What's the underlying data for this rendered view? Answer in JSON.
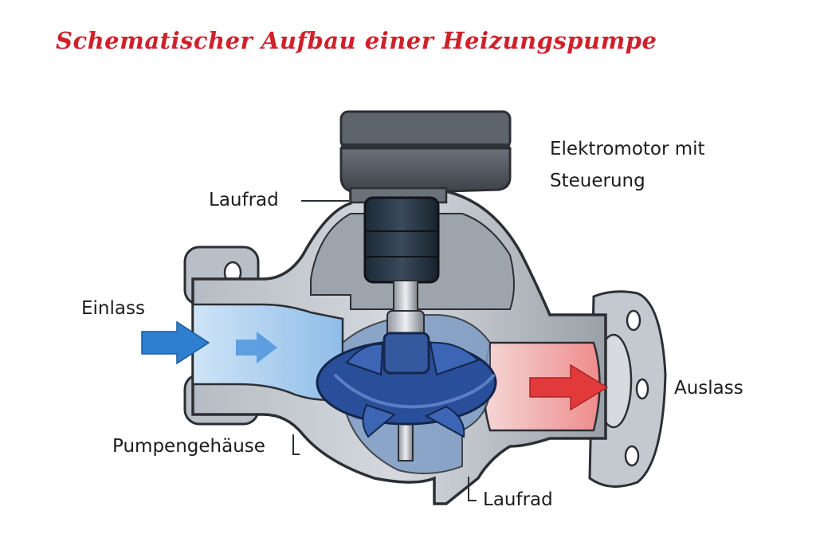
{
  "title": "Schematischer Aufbau einer Heizungspumpe",
  "labels": {
    "laufrad_top": "Laufrad",
    "motor_line1": "Elektromotor mit",
    "motor_line2": "Steuerung",
    "einlass": "Einlass",
    "auslass": "Auslass",
    "pumpengehaeuse": "Pumpengehäuse",
    "laufrad_bottom": "Laufrad"
  },
  "colors": {
    "title": "#d0202a",
    "inflow": "#2f7fd0",
    "outflow": "#e23a3a",
    "impeller": "#2a4f9a",
    "housing": "#8a9098",
    "motor": "#4e545c"
  },
  "icons": [
    "inflow-arrow-icon",
    "outflow-arrow-icon"
  ]
}
